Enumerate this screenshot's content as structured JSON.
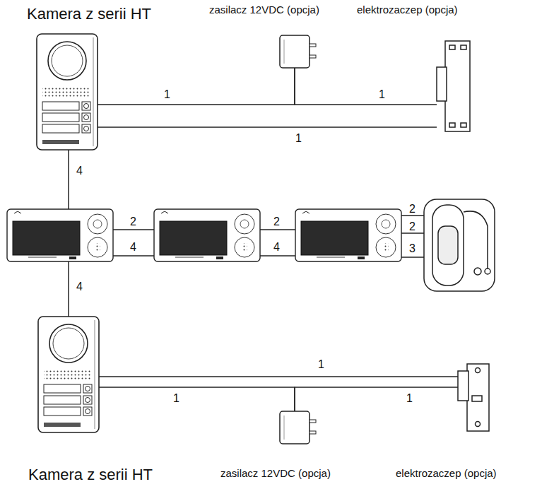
{
  "diagram": {
    "nodes": [
      {
        "text": [
          "Kamera z serii HT"
        ]
      },
      {
        "text": [
          "zasilacz 12VDC (opcja)"
        ]
      },
      {
        "text": [
          "elektrozaczep (opcja)"
        ]
      },
      {
        "text": [
          "Kamera z serii HT"
        ]
      },
      {
        "text": [
          "zasilacz 12VDC (opcja)"
        ]
      },
      {
        "text": [
          "elektrozaczep (opcja)"
        ]
      }
    ],
    "edges": [
      {
        "from": 0,
        "to": 1,
        "label": "1",
        "arrow": "none"
      },
      {
        "from": 1,
        "to": 2,
        "label": "1",
        "arrow": "none"
      },
      {
        "from": 0,
        "to": 2,
        "label": "1",
        "arrow": "none"
      },
      {
        "from": 3,
        "to": 5,
        "label": "1",
        "arrow": "none"
      },
      {
        "from": 3,
        "to": 4,
        "label": "1",
        "arrow": "none"
      },
      {
        "from": 4,
        "to": 5,
        "label": "1",
        "arrow": "none"
      }
    ],
    "labels": [
      "4",
      "2",
      "4",
      "2",
      "4",
      "2",
      "2",
      "3",
      "4"
    ]
  }
}
